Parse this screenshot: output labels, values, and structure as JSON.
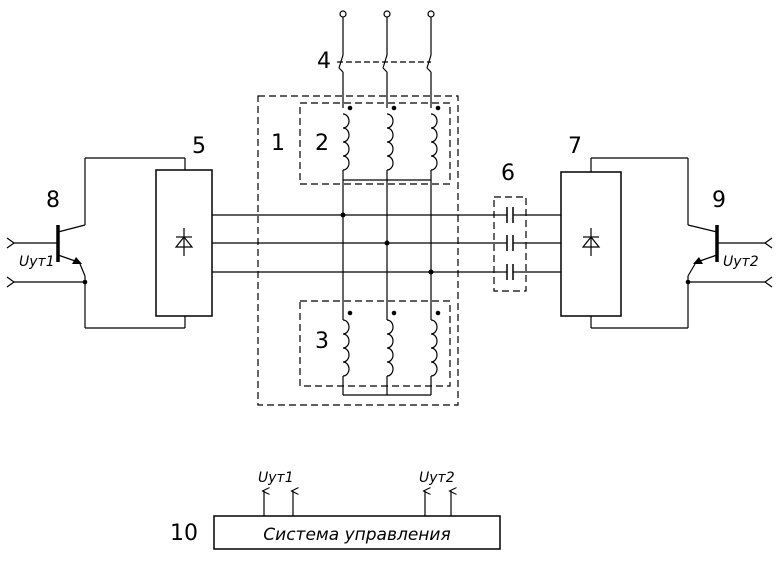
{
  "labels": {
    "n1": "1",
    "n2": "2",
    "n3": "3",
    "n4": "4",
    "n5": "5",
    "n6": "6",
    "n7": "7",
    "n8": "8",
    "n9": "9",
    "n10": "10"
  },
  "signals": {
    "uyt1_left": "Uут1",
    "uyt2_right": "Uут2",
    "uyt1_bottom": "Uут1",
    "uyt2_bottom": "Uут2"
  },
  "control_box": {
    "text": "Система управления"
  }
}
